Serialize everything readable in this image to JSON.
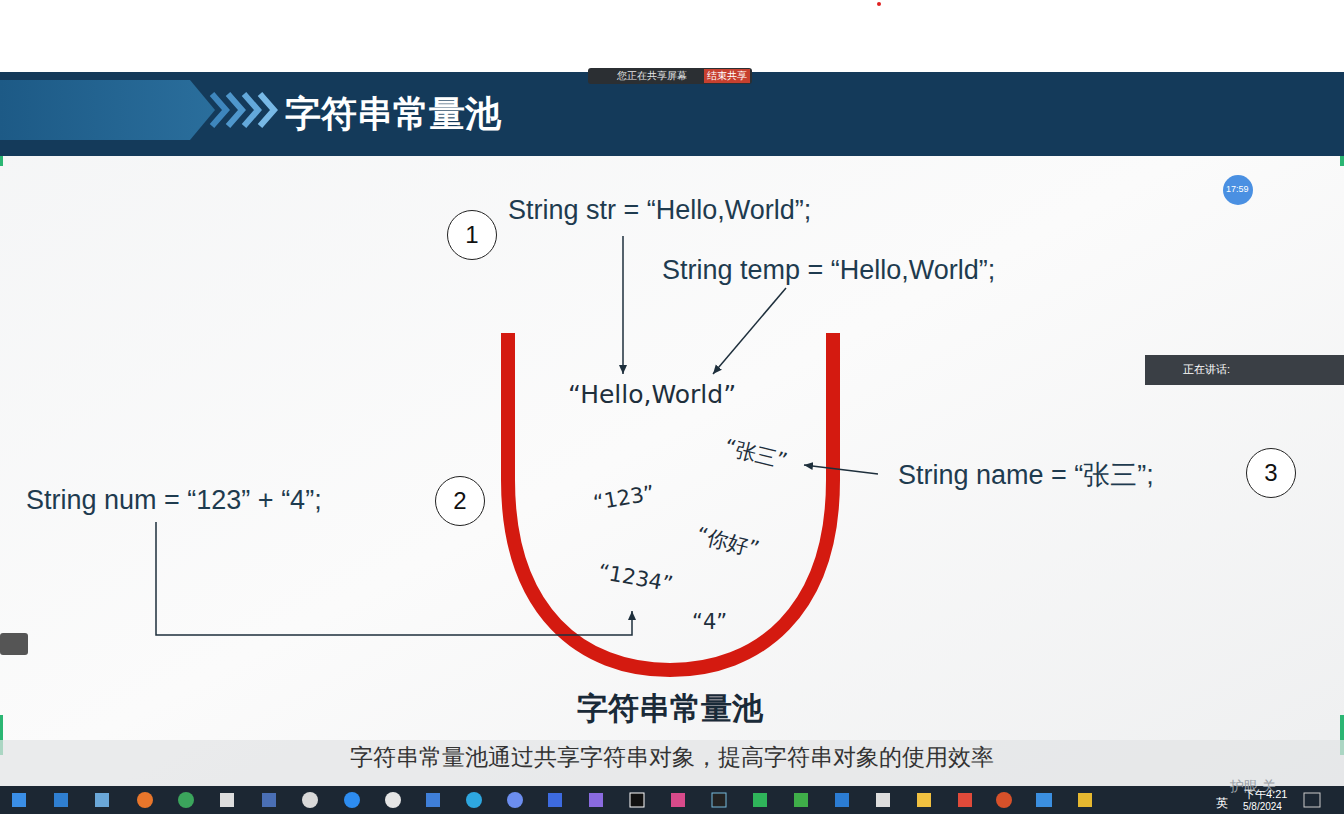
{
  "diagram": {
    "title": "字符串常量池",
    "caption": "字符串常量池通过共享字符串对象，提高字符串对象的使用效率",
    "nodes": [
      {
        "text": [
          "“Hello,World”",
          "“张三”",
          "“123”",
          "“你好”",
          "“1234”",
          "“4”",
          "字符串常量池"
        ]
      },
      {
        "text": [
          "1"
        ]
      },
      {
        "text": [
          "2"
        ]
      },
      {
        "text": [
          "3"
        ]
      }
    ],
    "labels": [
      "String str = “Hello,World”;",
      "String temp = “Hello,World”;",
      "String num = “123” + “4”;",
      "String name = “张三”;",
      "您正在共享屏幕",
      "结束共享",
      "17:59",
      "正在讲话:",
      "护眼 关",
      "英",
      "下午4:21",
      "5/8/2024"
    ]
  }
}
